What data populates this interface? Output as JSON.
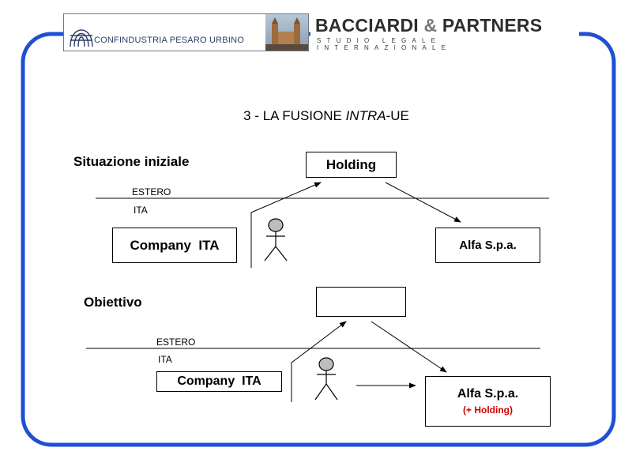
{
  "header": {
    "left_logo_org": "CONFINDUSTRIA PESARO URBINO",
    "right_logo_title_a": "BACCIARDI",
    "right_logo_amp": "&",
    "right_logo_title_b": "PARTNERS",
    "right_logo_subtitle": "STUDIO LEGALE INTERNAZIONALE"
  },
  "slide": {
    "title_prefix": "3 - LA FUSIONE ",
    "title_italic": "INTRA",
    "title_suffix": "-UE"
  },
  "initial": {
    "heading": "Situazione iniziale",
    "holding_label": "Holding",
    "estero_label": "ESTERO",
    "ita_label": "ITA",
    "company_label": "Company  ITA",
    "alfa_label": "Alfa S.p.a."
  },
  "objective": {
    "heading": "Obiettivo",
    "top_box_label": "",
    "estero_label": "ESTERO",
    "ita_label": "ITA",
    "company_label": "Company  ITA",
    "alfa_label": "Alfa S.p.a.",
    "alfa_sub_label": "(+ Holding)"
  },
  "colors": {
    "frame": "#1f4fd6",
    "accent_red": "#cc0000"
  }
}
